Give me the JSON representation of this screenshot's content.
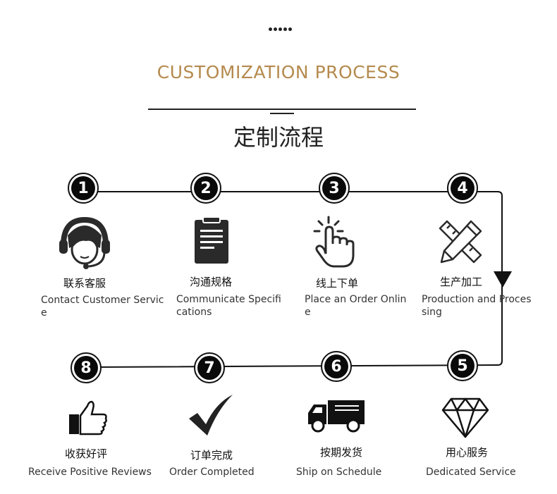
{
  "header": {
    "title_en": "CUSTOMIZATION PROCESS",
    "title_cn": "定制流程"
  },
  "steps": [
    {
      "num": "1",
      "cn": "联系客服",
      "en_line1": "Contact  Customer Servic",
      "en_line2": "e",
      "icon": "headset-agent-icon"
    },
    {
      "num": "2",
      "cn": "沟通规格",
      "en_line1": "Communicate  Specifi",
      "en_line2": "cations",
      "icon": "clipboard-icon"
    },
    {
      "num": "3",
      "cn": "线上下单",
      "en_line1": "Place an  Order Onlin",
      "en_line2": "e",
      "icon": "tap-hand-icon"
    },
    {
      "num": "4",
      "cn": "生产加工",
      "en_line1": "Production and  Proces",
      "en_line2": "sing",
      "icon": "pencil-ruler-icon"
    },
    {
      "num": "5",
      "cn": "用心服务",
      "en_line1": "Dedicated Service",
      "icon": "diamond-icon"
    },
    {
      "num": "6",
      "cn": "按期发货",
      "en_line1": "Ship on Schedule",
      "icon": "truck-icon"
    },
    {
      "num": "7",
      "cn": "订单完成",
      "en_line1": "Order Completed",
      "icon": "checkmark-icon"
    },
    {
      "num": "8",
      "cn": "收获好评",
      "en_line1": "Receive Positive Reviews",
      "icon": "thumbs-up-icon"
    }
  ],
  "colors": {
    "accent": "#b58a4e",
    "ink": "#111111"
  }
}
